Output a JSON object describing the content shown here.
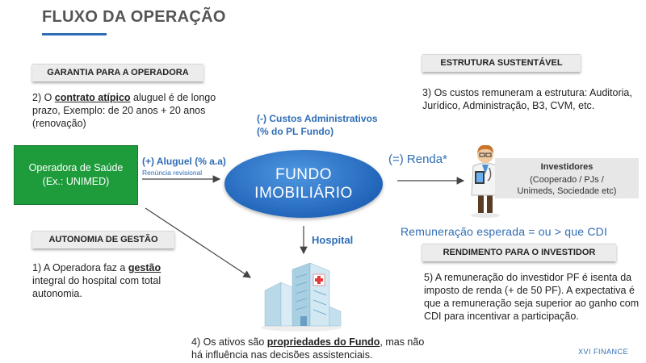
{
  "title": "FLUXO DA OPERAÇÃO",
  "tags": {
    "garantia": "GARANTIA PARA A OPERADORA",
    "autonomia": "AUTONOMIA DE GESTÃO",
    "estrutura": "ESTRUTURA SUSTENTÁVEL",
    "rendimento": "RENDIMENTO PARA O INVESTIDOR"
  },
  "notes": {
    "n2_pre": "2) O ",
    "n2_bold": "contrato atípico",
    "n2_post": " aluguel é de longo prazo, Exemplo: de 20 anos + 20 anos (renovação)",
    "n1_pre": "1) A Operadora faz a ",
    "n1_bold": "gestão",
    "n1_post": " integral do hospital com total autonomia.",
    "n3": "3) Os custos remuneram a estrutura: Auditoria, Jurídico, Administração, B3, CVM, etc.",
    "n4_pre": "4) Os ativos são ",
    "n4_bold": "propriedades do Fundo",
    "n4_post": ", mas não há influência nas decisões assistenciais.",
    "n5": "5) A remuneração do investidor PF é isenta da imposto de renda (+ de 50 PF).  A expectativa é que a remuneração seja superior ao ganho com CDI para incentivar a participação."
  },
  "operadora": {
    "line1": "Operadora de Saúde",
    "line2": "(Ex.: UNIMED)"
  },
  "fundo": {
    "line1": "FUNDO",
    "line2": "IMOBILIÁRIO"
  },
  "flow": {
    "custos_line1": "(-) Custos Administrativos",
    "custos_line2": "(% do PL Fundo)",
    "aluguel": "(+) Aluguel (% a.a)",
    "renuncia": "Renúncia revisional",
    "renda": "(=) Renda*",
    "hospital": "Hospital",
    "remuneracao": "Remuneração  esperada  = ou > que CDI"
  },
  "investidores": {
    "title": "Investidores",
    "line1": "(Cooperado  / PJs /",
    "line2": "Unimeds, Sociedade etc)"
  },
  "footer": "XVI FINANCE",
  "colors": {
    "accent_blue": "#2f6db5",
    "green": "#1e9c3c",
    "fund_blue": "#1f62b8"
  }
}
